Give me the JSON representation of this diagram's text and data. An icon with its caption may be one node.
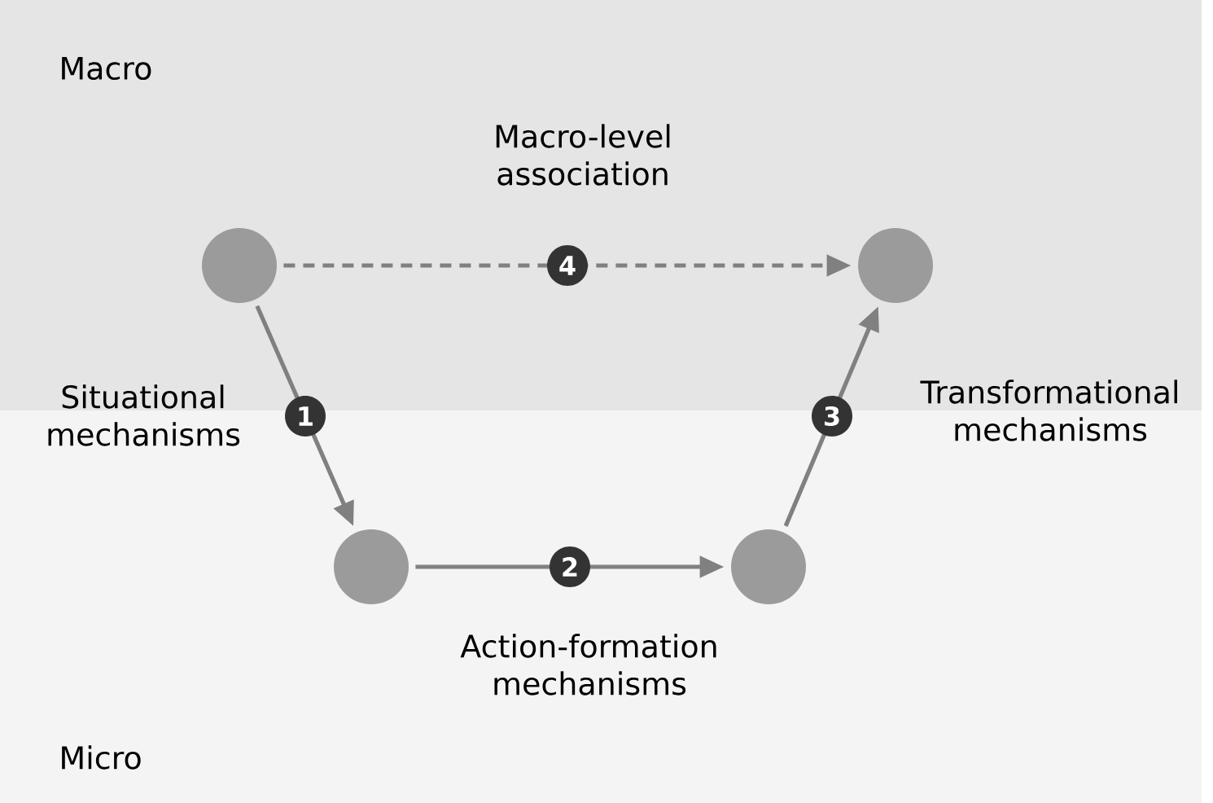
{
  "diagram": {
    "nodes": [
      {
        "text": [
          "Macro"
        ]
      },
      {
        "text": [
          "Micro"
        ]
      },
      {
        "text": [],
        "shape": "circle",
        "in": 0
      },
      {
        "text": [],
        "shape": "circle",
        "in": 0
      },
      {
        "text": [],
        "shape": "circle",
        "in": 1
      },
      {
        "text": [],
        "shape": "circle",
        "in": 1
      }
    ],
    "edges": [
      {
        "from": 2,
        "to": 4,
        "arrow": "to",
        "label": "1"
      },
      {
        "from": 4,
        "to": 5,
        "arrow": "to",
        "label": "2"
      },
      {
        "from": 5,
        "to": 3,
        "arrow": "to",
        "label": "3"
      },
      {
        "from": 2,
        "to": 3,
        "arrow": "to",
        "label": "4",
        "style": "dashed"
      }
    ],
    "labels": [
      "Macro-level association",
      "Situational mechanisms",
      "Transformational mechanisms",
      "Action-formation mechanisms"
    ]
  }
}
